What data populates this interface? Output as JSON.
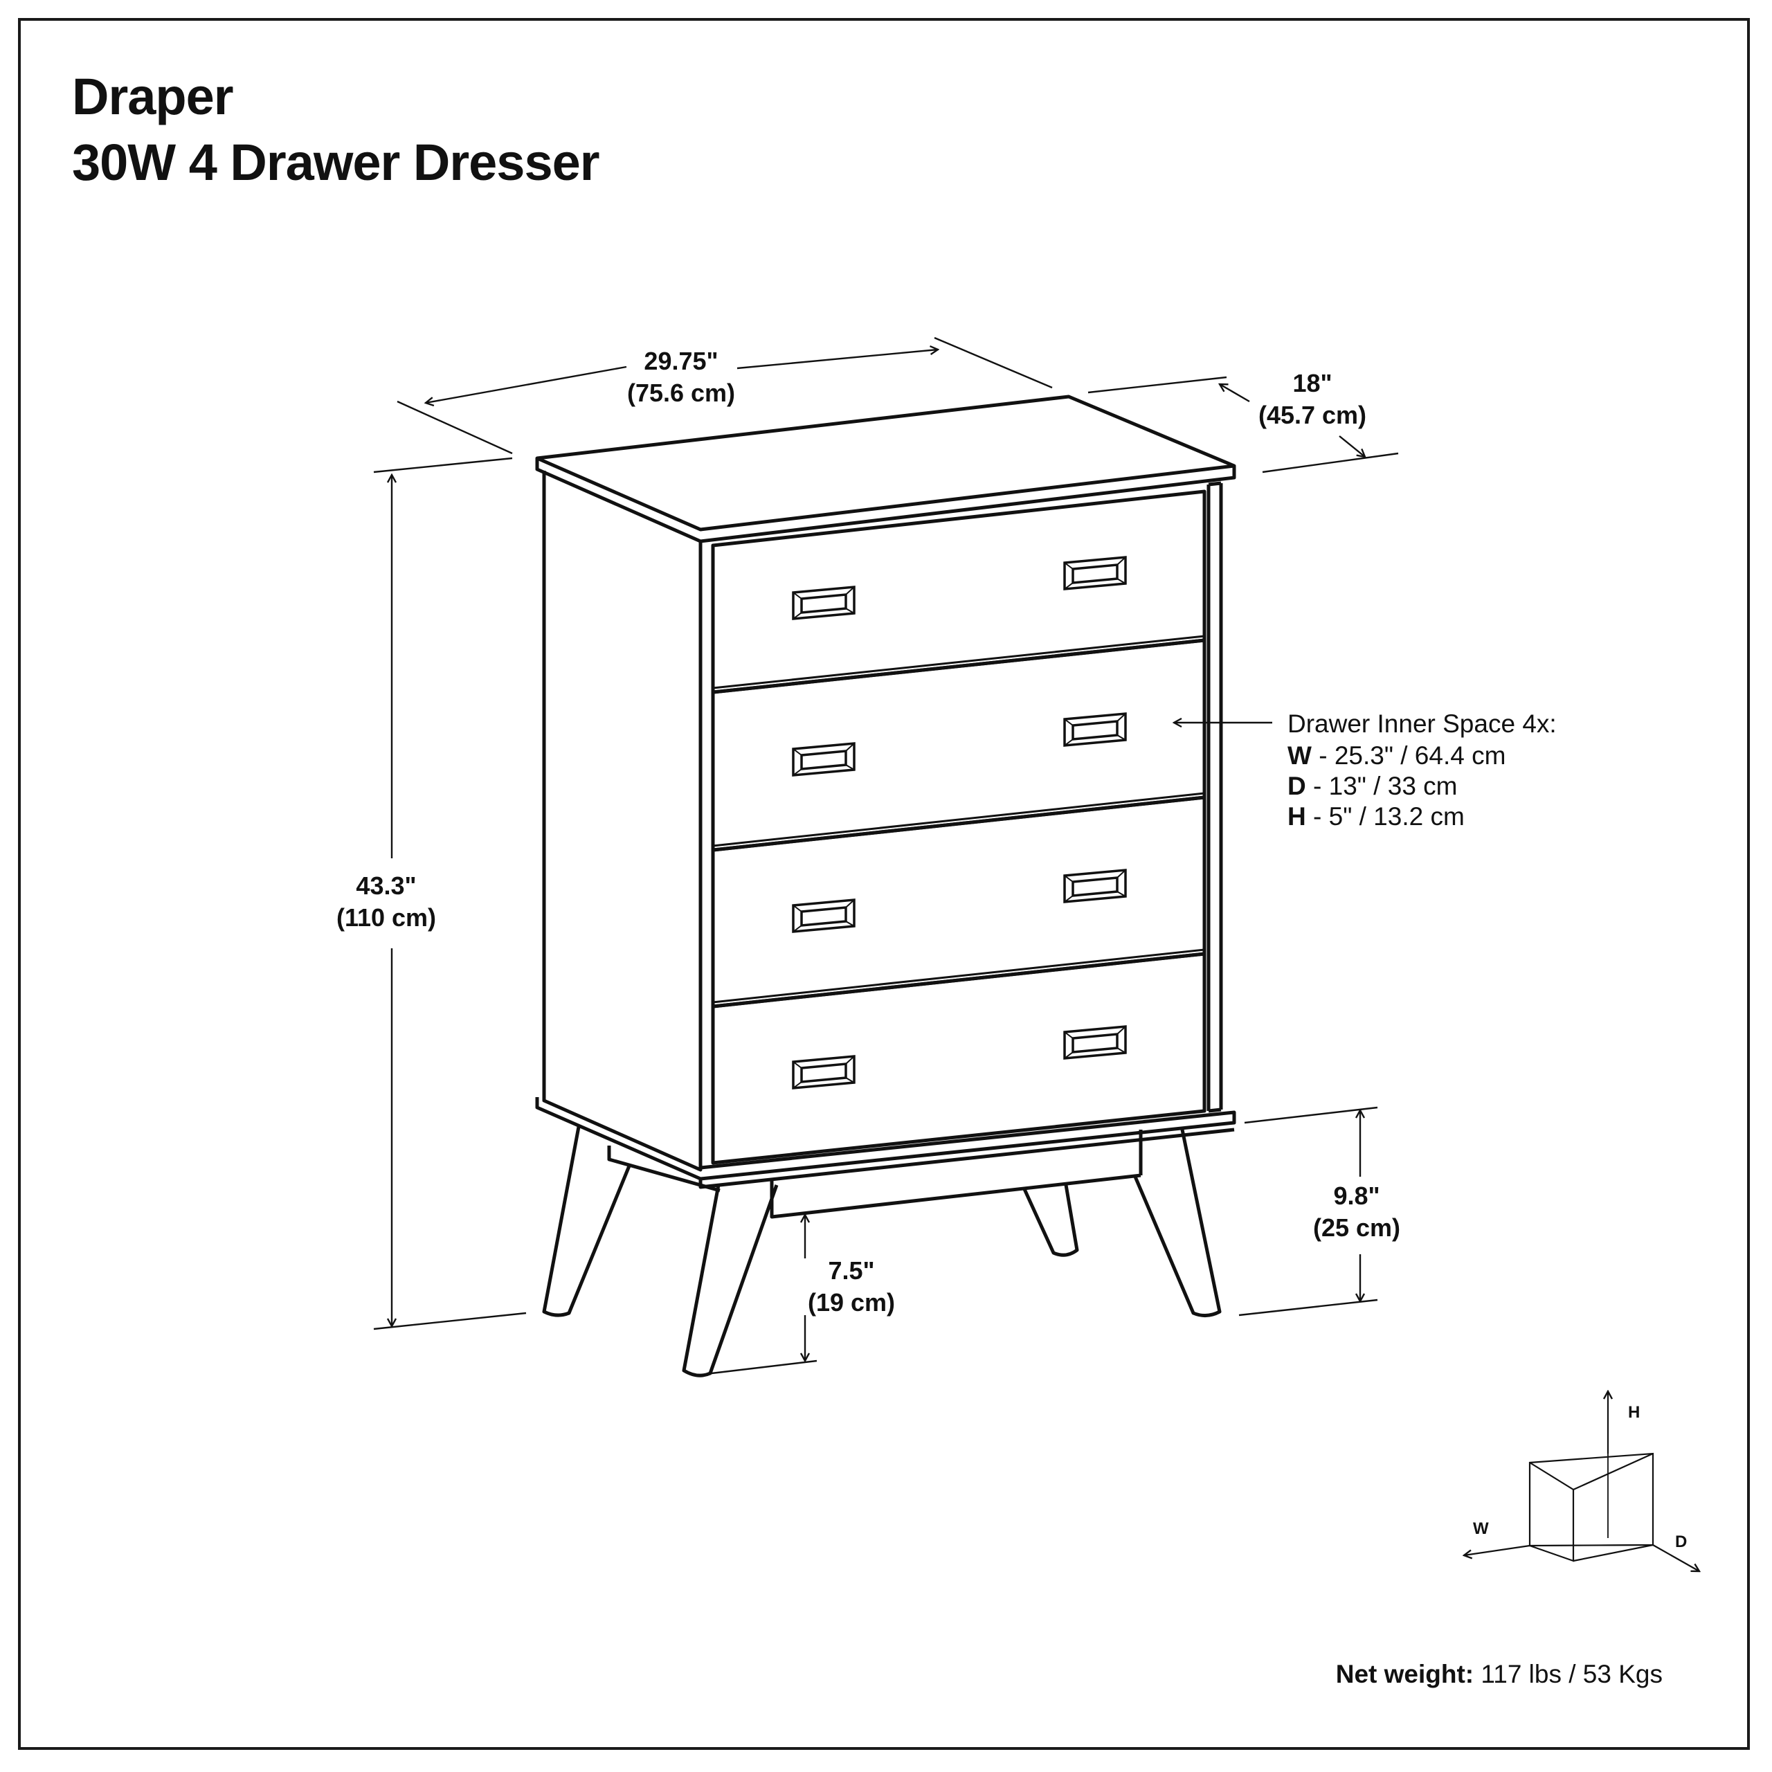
{
  "title": {
    "line1": "Draper",
    "line2": "30W 4 Drawer Dresser"
  },
  "dimensions": {
    "width": {
      "in": "29.75\"",
      "cm": "(75.6 cm)"
    },
    "depth": {
      "in": "18\"",
      "cm": "(45.7 cm)"
    },
    "height": {
      "in": "43.3\"",
      "cm": "(110 cm)"
    },
    "leg_height": {
      "in": "9.8\"",
      "cm": "(25 cm)"
    },
    "clearance": {
      "in": "7.5\"",
      "cm": "(19 cm)"
    }
  },
  "drawer_inner": {
    "heading": "Drawer Inner Space 4x:",
    "rows": [
      {
        "key": "W",
        "value": " - 25.3\" / 64.4 cm"
      },
      {
        "key": "D",
        "value": " - 13\" / 33 cm"
      },
      {
        "key": "H",
        "value": " - 5\" / 13.2 cm"
      }
    ]
  },
  "axes": {
    "h": "H",
    "w": "W",
    "d": "D"
  },
  "weight": {
    "label": "Net weight:",
    "value": " 117 lbs / 53 Kgs"
  },
  "drawer_count": 4,
  "colors": {
    "line": "#111111",
    "background": "#ffffff"
  }
}
